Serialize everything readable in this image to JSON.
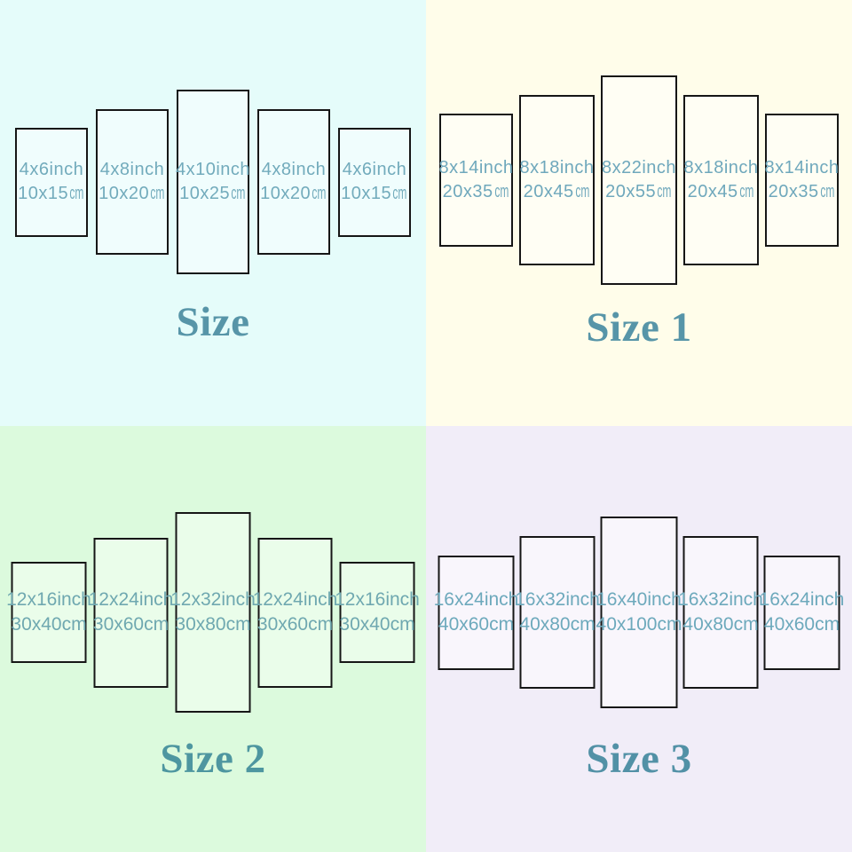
{
  "quadrants": [
    {
      "id": "size",
      "title": "Size",
      "colors": {
        "bg": "#e5fcfa",
        "panel_bg": "#f0fdfd",
        "label": "#72abbc",
        "title": "#5795a8"
      },
      "panels": [
        {
          "inch": "4x6inch",
          "cm": "10x15",
          "unit": "cm"
        },
        {
          "inch": "4x8inch",
          "cm": "10x20",
          "unit": "cm"
        },
        {
          "inch": "4x10inch",
          "cm": "10x25",
          "unit": "cm"
        },
        {
          "inch": "4x8inch",
          "cm": "10x20",
          "unit": "cm"
        },
        {
          "inch": "4x6inch",
          "cm": "10x15",
          "unit": "cm"
        }
      ]
    },
    {
      "id": "size-1",
      "title": "Size 1",
      "colors": {
        "bg": "#fffdea",
        "panel_bg": "#fffef4",
        "label": "#6fa8bc",
        "title": "#5795a8"
      },
      "panels": [
        {
          "inch": "8x14inch",
          "cm": "20x35",
          "unit": "cm"
        },
        {
          "inch": "8x18inch",
          "cm": "20x45",
          "unit": "cm"
        },
        {
          "inch": "8x22inch",
          "cm": "20x55",
          "unit": "cm"
        },
        {
          "inch": "8x18inch",
          "cm": "20x45",
          "unit": "cm"
        },
        {
          "inch": "8x14inch",
          "cm": "20x35",
          "unit": "cm"
        }
      ]
    },
    {
      "id": "size-2",
      "title": "Size 2",
      "colors": {
        "bg": "#dcfadd",
        "panel_bg": "#eafdea",
        "label": "#6fa8b0",
        "title": "#4e96a0"
      },
      "panels": [
        {
          "inch": "12x16inch",
          "cm": "30x40",
          "unit": "cm"
        },
        {
          "inch": "12x24inch",
          "cm": "30x60",
          "unit": "cm"
        },
        {
          "inch": "12x32inch",
          "cm": "30x80",
          "unit": "cm"
        },
        {
          "inch": "12x24inch",
          "cm": "30x60",
          "unit": "cm"
        },
        {
          "inch": "12x16inch",
          "cm": "30x40",
          "unit": "cm"
        }
      ]
    },
    {
      "id": "size-3",
      "title": "Size 3",
      "colors": {
        "bg": "#f1edf8",
        "panel_bg": "#f9f6fc",
        "label": "#6da9bc",
        "title": "#5291a6"
      },
      "panels": [
        {
          "inch": "16x24inch",
          "cm": "40x60",
          "unit": "cm"
        },
        {
          "inch": "16x32inch",
          "cm": "40x80",
          "unit": "cm"
        },
        {
          "inch": "16x40inch",
          "cm": "40x100",
          "unit": "cm"
        },
        {
          "inch": "16x32inch",
          "cm": "40x80",
          "unit": "cm"
        },
        {
          "inch": "16x24inch",
          "cm": "40x60",
          "unit": "cm"
        }
      ]
    }
  ]
}
